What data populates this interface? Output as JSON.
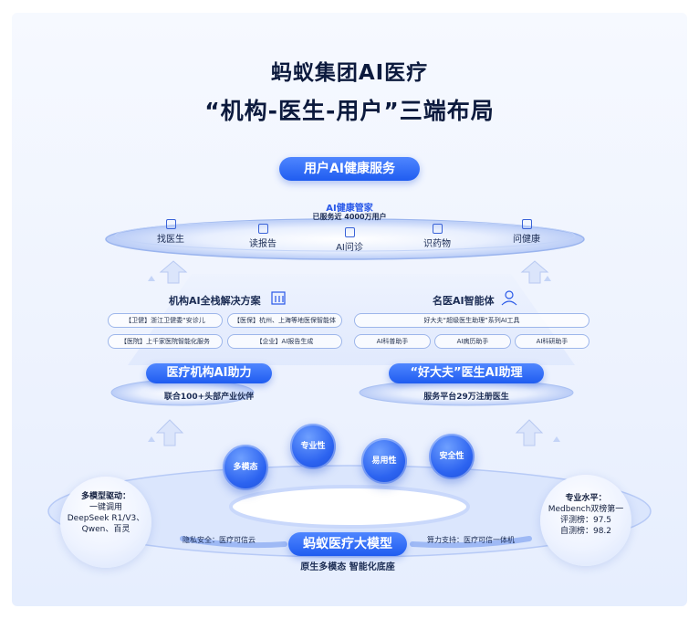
{
  "title_line1": "蚂蚁集团AI医疗",
  "title_line2": "“机构-医生-用户”三端布局",
  "user_layer": {
    "pill": "用户AI健康服务",
    "manager_title": "AI健康管家",
    "manager_sub": "已服务近 4000万用户",
    "services": [
      "找医生",
      "读报告",
      "AI问诊",
      "识药物",
      "问健康"
    ]
  },
  "institution": {
    "section_title": "机构AI全栈解决方案",
    "tags": [
      "【卫健】浙江卫健委“安诊儿",
      "【医保】杭州、上海等地医保智能体",
      "【医院】上千家医院智能化服务",
      "【企业】AI报告生成"
    ],
    "pill": "医疗机构AI助力",
    "sub": "联合100+头部产业伙伴"
  },
  "doctor": {
    "section_title": "名医AI智能体",
    "tags": [
      "好大夫“超级医生助理”系列AI工具",
      "AI科普助手",
      "AI病历助手",
      "AI科研助手"
    ],
    "pill": "“好大夫”医生AI助理",
    "sub": "服务平台29万注册医生"
  },
  "spheres": [
    "多模态",
    "专业性",
    "易用性",
    "安全性"
  ],
  "left_bubble": {
    "title": "多模型驱动：",
    "lines": [
      "一键调用",
      "DeepSeek R1/V3、",
      "Qwen、百灵"
    ]
  },
  "right_bubble": {
    "title": "专业水平：",
    "lines": [
      "Medbench双榜第一",
      "评测榜：97.5",
      "自测榜：98.2"
    ]
  },
  "core": {
    "pill": "蚂蚁医疗大模型",
    "sub": "原生多模态 智能化底座",
    "left_label": "隐私安全：医疗可信云",
    "right_label": "算力支持：医疗可信一体机"
  },
  "colors": {
    "accent": "#1f5cf0",
    "text": "#0c1a3d"
  }
}
